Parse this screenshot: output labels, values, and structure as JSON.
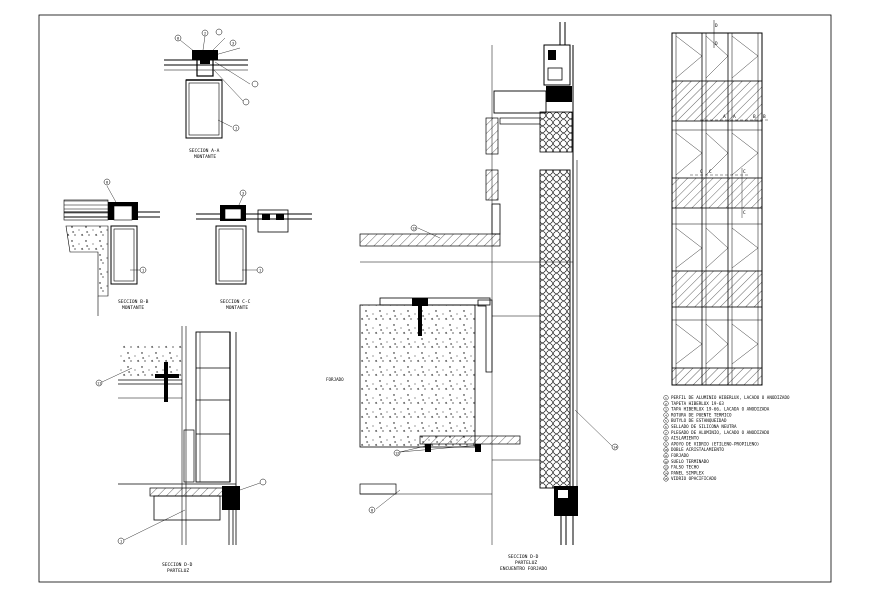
{
  "captions": {
    "aa_title": "SECCION A-A",
    "aa_sub": "MONTANTE",
    "bb_title": "SECCION B-B",
    "bb_sub": "MONTANTE",
    "cc_title": "SECCION C-C",
    "cc_sub": "MONTANTE",
    "dd_left_title": "SECCION D-D",
    "dd_left_sub": "PARTELUZ",
    "dd_main_title": "SECCION D-D",
    "dd_main_sub1": "PARTELUZ",
    "dd_main_sub2": "ENCUENTRO FORJADO"
  },
  "labels": {
    "forjado": "FORJADO"
  },
  "elevation_tags": {
    "d": "D",
    "a": "A",
    "b": "B",
    "c": "C"
  },
  "legend": [
    {
      "num": "1",
      "text": "PERFIL DE ALUMINIO HIBERLUX, LACADO O ANODIZADO"
    },
    {
      "num": "2",
      "text": "TAPETA HIBERLUX 19-63"
    },
    {
      "num": "3",
      "text": "TAPA HIBERLUX 19-66, LACADA O ANODIZADA"
    },
    {
      "num": "4",
      "text": "ROTURA DE PUENTE TERMICO"
    },
    {
      "num": "5",
      "text": "BUTYLO DE ESTANQUEIDAD"
    },
    {
      "num": "6",
      "text": "SELLADO DE SILICONA NEUTRA"
    },
    {
      "num": "7",
      "text": "PLEGADO DE ALUMINIO, LACADO O ANODIZADO"
    },
    {
      "num": "8",
      "text": "AISLAMIENTO"
    },
    {
      "num": "9",
      "text": "APOYO DE VIDRIO (ETILENO-PROPILENO)"
    },
    {
      "num": "10",
      "text": "DOBLE ACRISTALAMIENTO"
    },
    {
      "num": "11",
      "text": "FORJADO"
    },
    {
      "num": "12",
      "text": "SUELO TERMINADO"
    },
    {
      "num": "13",
      "text": "FALSO TECHO"
    },
    {
      "num": "14",
      "text": "PANEL SIMPLEX"
    },
    {
      "num": "15",
      "text": "VIDRIO OPACIFICADO"
    }
  ],
  "callouts": {
    "aa": [
      "8",
      "2",
      "3",
      "1"
    ],
    "bb": [
      "8",
      "1"
    ],
    "cc": [
      "3",
      "1"
    ],
    "ddl": [
      "11",
      "1"
    ],
    "ddm": [
      "13",
      "12",
      "8",
      "14"
    ]
  }
}
